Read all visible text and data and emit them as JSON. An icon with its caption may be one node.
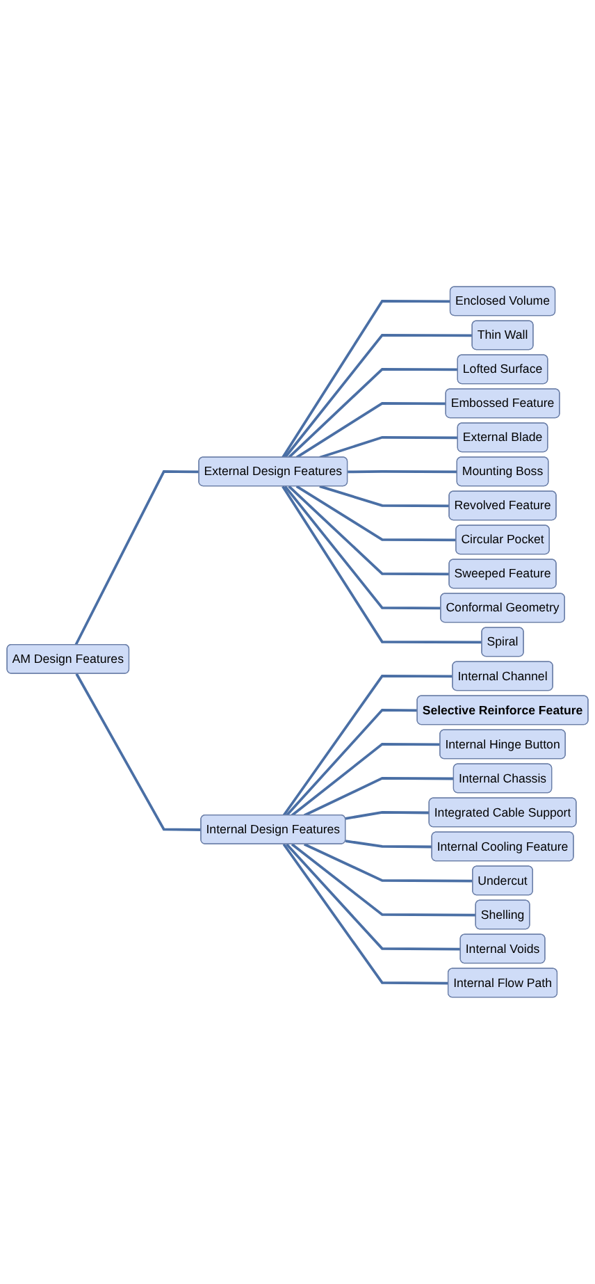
{
  "diagram": {
    "nodes": [
      {
        "text": [
          "AM Design Features"
        ]
      },
      {
        "text": [
          "External Design Features"
        ]
      },
      {
        "text": [
          "Enclosed Volume"
        ]
      },
      {
        "text": [
          "Thin Wall"
        ]
      },
      {
        "text": [
          "Lofted Surface"
        ]
      },
      {
        "text": [
          "Embossed Feature"
        ]
      },
      {
        "text": [
          "External Blade"
        ]
      },
      {
        "text": [
          "Mounting Boss"
        ]
      },
      {
        "text": [
          "Revolved Feature"
        ]
      },
      {
        "text": [
          "Circular Pocket"
        ]
      },
      {
        "text": [
          "Sweeped Feature"
        ]
      },
      {
        "text": [
          "Conformal Geometry"
        ]
      },
      {
        "text": [
          "Spiral"
        ]
      },
      {
        "text": [
          "Internal Design Features"
        ]
      },
      {
        "text": [
          "Internal Channel"
        ]
      },
      {
        "text": [
          "Selective Reinforce Feature"
        ]
      },
      {
        "text": [
          "Internal Hinge Button"
        ]
      },
      {
        "text": [
          "Internal Chassis"
        ]
      },
      {
        "text": [
          "Integrated Cable Support"
        ]
      },
      {
        "text": [
          "Internal Cooling Feature"
        ]
      },
      {
        "text": [
          "Undercut"
        ]
      },
      {
        "text": [
          "Shelling"
        ]
      },
      {
        "text": [
          "Internal Voids"
        ]
      },
      {
        "text": [
          "Internal Flow Path"
        ]
      }
    ],
    "edges": [
      {
        "from": 0,
        "to": 1,
        "arrow": "none"
      },
      {
        "from": 1,
        "to": 2,
        "arrow": "none"
      },
      {
        "from": 1,
        "to": 3,
        "arrow": "none"
      },
      {
        "from": 1,
        "to": 4,
        "arrow": "none"
      },
      {
        "from": 1,
        "to": 5,
        "arrow": "none"
      },
      {
        "from": 1,
        "to": 6,
        "arrow": "none"
      },
      {
        "from": 1,
        "to": 7,
        "arrow": "none"
      },
      {
        "from": 1,
        "to": 8,
        "arrow": "none"
      },
      {
        "from": 1,
        "to": 9,
        "arrow": "none"
      },
      {
        "from": 1,
        "to": 10,
        "arrow": "none"
      },
      {
        "from": 1,
        "to": 11,
        "arrow": "none"
      },
      {
        "from": 1,
        "to": 12,
        "arrow": "none"
      },
      {
        "from": 0,
        "to": 13,
        "arrow": "none"
      },
      {
        "from": 13,
        "to": 14,
        "arrow": "none"
      },
      {
        "from": 13,
        "to": 15,
        "arrow": "none"
      },
      {
        "from": 13,
        "to": 16,
        "arrow": "none"
      },
      {
        "from": 13,
        "to": 17,
        "arrow": "none"
      },
      {
        "from": 13,
        "to": 18,
        "arrow": "none"
      },
      {
        "from": 13,
        "to": 19,
        "arrow": "none"
      },
      {
        "from": 13,
        "to": 20,
        "arrow": "none"
      },
      {
        "from": 13,
        "to": 21,
        "arrow": "none"
      },
      {
        "from": 13,
        "to": 22,
        "arrow": "none"
      },
      {
        "from": 13,
        "to": 23,
        "arrow": "none"
      }
    ]
  }
}
